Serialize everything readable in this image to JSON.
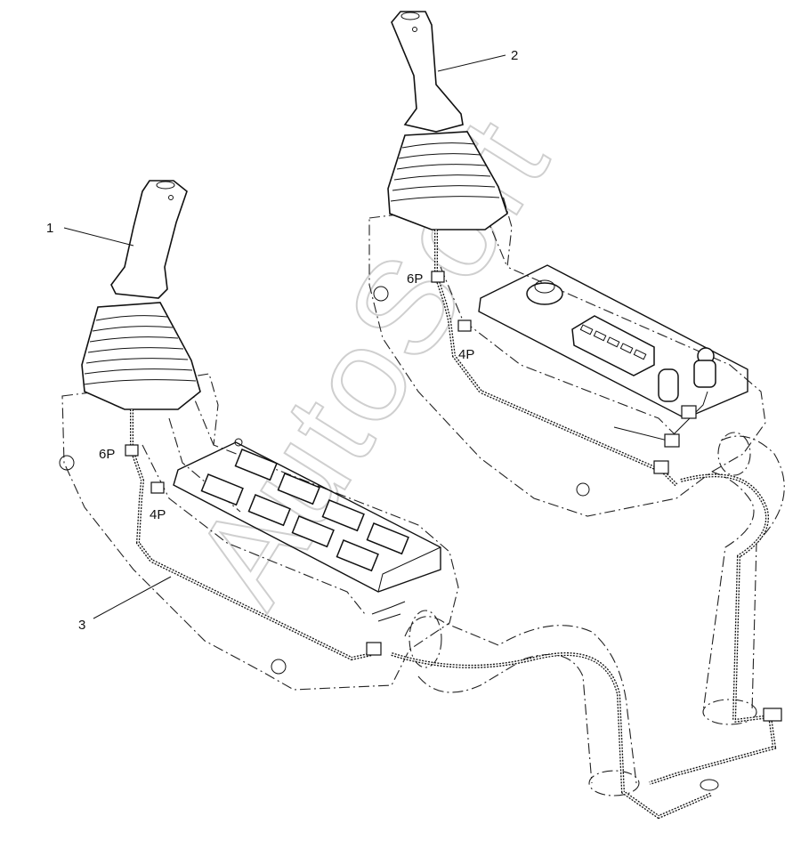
{
  "callouts": {
    "c1": "1",
    "c2": "2",
    "c3": "3"
  },
  "connectors": {
    "left_6p": "6P",
    "left_4p": "4P",
    "right_6p": "6P",
    "right_4p": "4P"
  },
  "watermark": "AutoSoft"
}
